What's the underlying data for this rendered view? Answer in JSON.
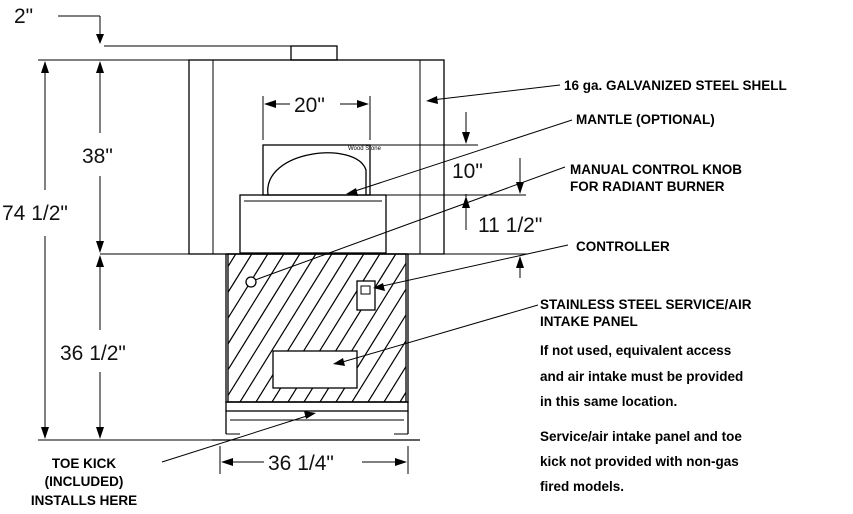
{
  "dimensions": {
    "top_gap": "2\"",
    "opening_width": "20\"",
    "upper_height": "38\"",
    "total_height": "74 1/2\"",
    "mantle_height": "10\"",
    "knob_height": "11 1/2\"",
    "base_height": "36 1/2\"",
    "base_width": "36 1/4\""
  },
  "callouts": {
    "shell": "16 ga. GALVANIZED STEEL SHELL",
    "mantle": "MANTLE (OPTIONAL)",
    "knob_line1": "MANUAL CONTROL KNOB",
    "knob_line2": "FOR RADIANT BURNER",
    "controller": "CONTROLLER",
    "panel_line1": "STAINLESS STEEL SERVICE/AIR",
    "panel_line2": "INTAKE PANEL",
    "toe_line1": "TOE KICK",
    "toe_line2": "(INCLUDED)",
    "toe_line3": "INSTALLS HERE"
  },
  "notes": {
    "access_1": "If not used, equivalent access",
    "access_2": "and air intake must be provided",
    "access_3": "in this same location.",
    "gas_1": "Service/air intake panel and toe",
    "gas_2": "kick not provided with non-gas",
    "gas_3": "fired models."
  },
  "brand_mark": "Wood Stone"
}
